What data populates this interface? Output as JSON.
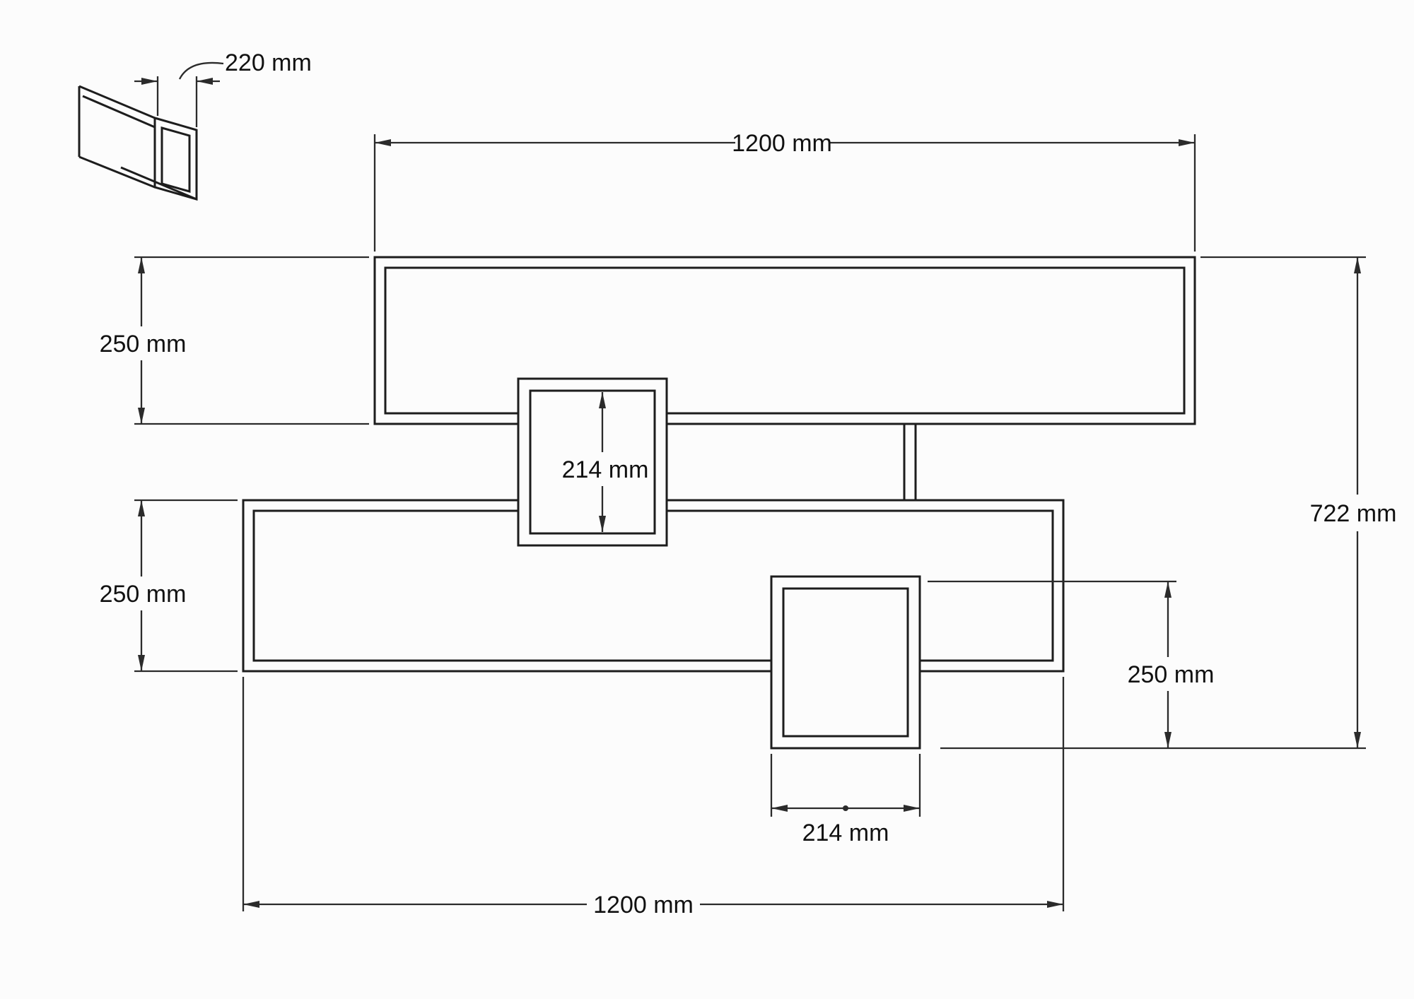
{
  "colors": {
    "background": "#fcfcfc",
    "line": "#1d1d1d",
    "dimension": "#2b2b2b",
    "text": "#111111"
  },
  "detail_view": {
    "depth_label": "220 mm"
  },
  "front_view": {
    "top_shelf": {
      "width_label": "1200 mm",
      "height_label": "250 mm"
    },
    "middle_box": {
      "height_label": "214 mm"
    },
    "bottom_shelf": {
      "height_label": "250 mm",
      "width_label": "1200 mm"
    },
    "side_box": {
      "height_label": "250 mm",
      "width_label": "214 mm"
    },
    "overall": {
      "height_label": "722 mm"
    }
  }
}
